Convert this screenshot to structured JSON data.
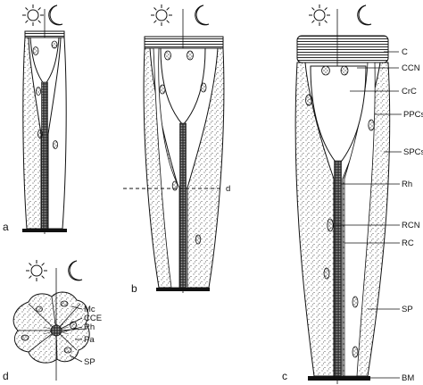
{
  "panels": [
    {
      "id": "a",
      "label": "a"
    },
    {
      "id": "b",
      "label": "b"
    },
    {
      "id": "c",
      "label": "c"
    },
    {
      "id": "d",
      "label": "d"
    }
  ],
  "section_marker": "d",
  "panel_c_labels": [
    "C",
    "CCN",
    "CrC",
    "PPCs",
    "SPCs",
    "Rh",
    "RCN",
    "RC",
    "SP",
    "BM"
  ],
  "panel_d_labels": [
    "Mc",
    "CCE",
    "Rh",
    "Pa",
    "SP"
  ],
  "icons": [
    "sun-icon",
    "moon-icon"
  ],
  "colors": {
    "ink": "#111111",
    "paper": "#ffffff",
    "rhabdom": "#3a3a3a"
  }
}
